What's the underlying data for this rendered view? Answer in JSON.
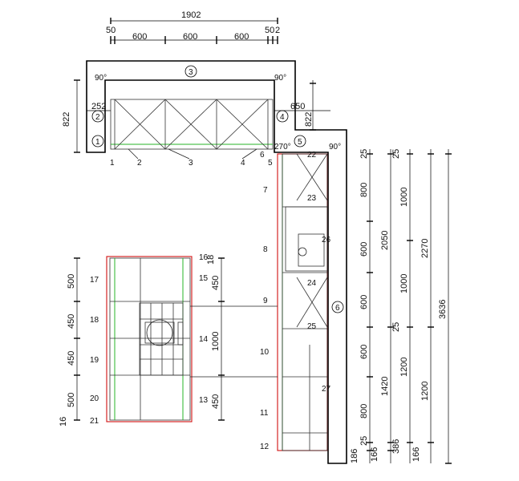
{
  "top_dims": {
    "total": "1902",
    "segments": [
      "50",
      "600",
      "600",
      "600",
      "50"
    ],
    "tail": "2"
  },
  "wall_labels": {
    "one": "1",
    "two": "2",
    "three": "3",
    "four": "4",
    "five": "5",
    "six": "6"
  },
  "angles": {
    "tl": "90°",
    "tr": "90°",
    "corner": "270°",
    "right": "90°"
  },
  "side_dims": {
    "left_822": "822",
    "left_252": "252",
    "right_650": "650",
    "right_822": "822"
  },
  "top_unit_labels": [
    "1",
    "2",
    "3",
    "4",
    "5",
    "6"
  ],
  "right_run_labels": [
    "7",
    "8",
    "9",
    "10",
    "11",
    "12"
  ],
  "right_codes": [
    "22",
    "23",
    "26",
    "24",
    "25",
    "27"
  ],
  "island_left_labels": [
    "17",
    "18",
    "19",
    "20",
    "21"
  ],
  "island_right_labels": [
    "16",
    "15",
    "14",
    "13"
  ],
  "island_left_dims": [
    "500",
    "450",
    "450",
    "500",
    "16"
  ],
  "island_right_dims": [
    "18",
    "450",
    "1000",
    "450"
  ],
  "col1_dims": [
    "25",
    "800",
    "600",
    "600",
    "600",
    "800",
    "186",
    "25",
    "166"
  ],
  "col2_dims": [
    "25",
    "2050",
    "25",
    "1420",
    "386",
    "166"
  ],
  "col3_dims": [
    "1000",
    "1000",
    "1200",
    "1200"
  ],
  "col4_dims": [
    "2270",
    "3636"
  ]
}
